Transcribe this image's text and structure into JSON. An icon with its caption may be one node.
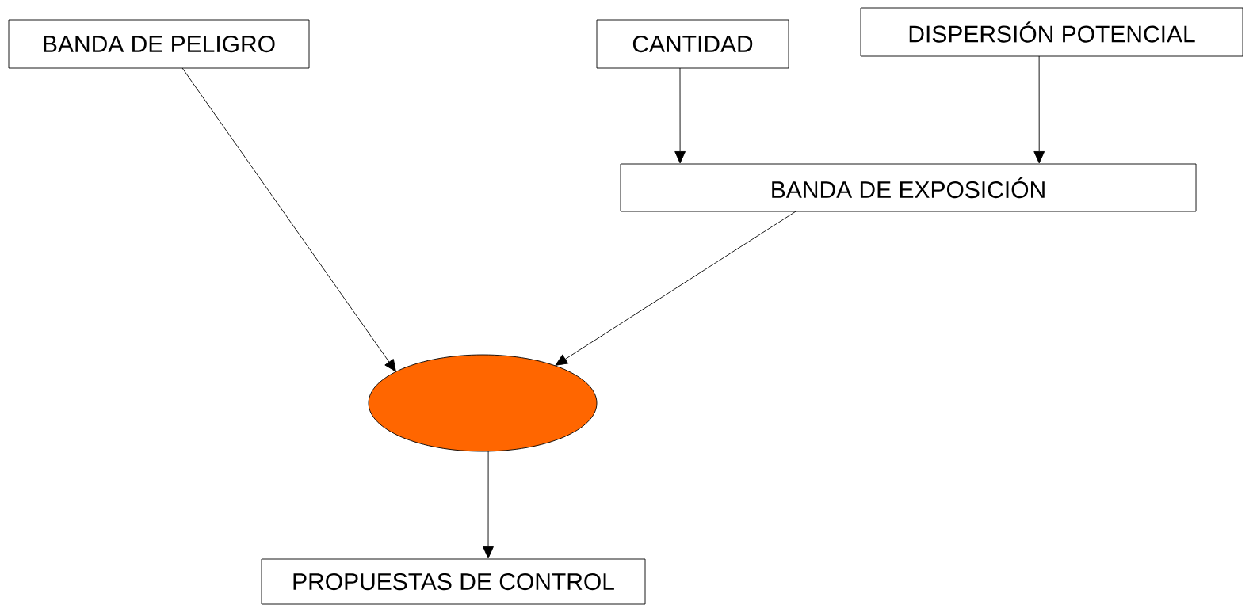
{
  "diagram": {
    "nodes": [
      {
        "text": [
          "BANDA DE PELIGRO"
        ]
      },
      {
        "text": [
          "CANTIDAD"
        ]
      },
      {
        "text": [
          "DISPERSIÓN POTENCIAL"
        ]
      },
      {
        "text": [
          "BANDA DE EXPOSICIÓN"
        ]
      },
      {
        "text": [],
        "shape": "ellipse"
      },
      {
        "text": [
          "PROPUESTAS DE CONTROL"
        ]
      }
    ],
    "edges": [
      {
        "from": 0,
        "to": 4,
        "arrow": "to"
      },
      {
        "from": 1,
        "to": 3,
        "arrow": "to"
      },
      {
        "from": 2,
        "to": 3,
        "arrow": "to"
      },
      {
        "from": 3,
        "to": 4,
        "arrow": "to"
      },
      {
        "from": 4,
        "to": 5,
        "arrow": "to"
      }
    ]
  }
}
